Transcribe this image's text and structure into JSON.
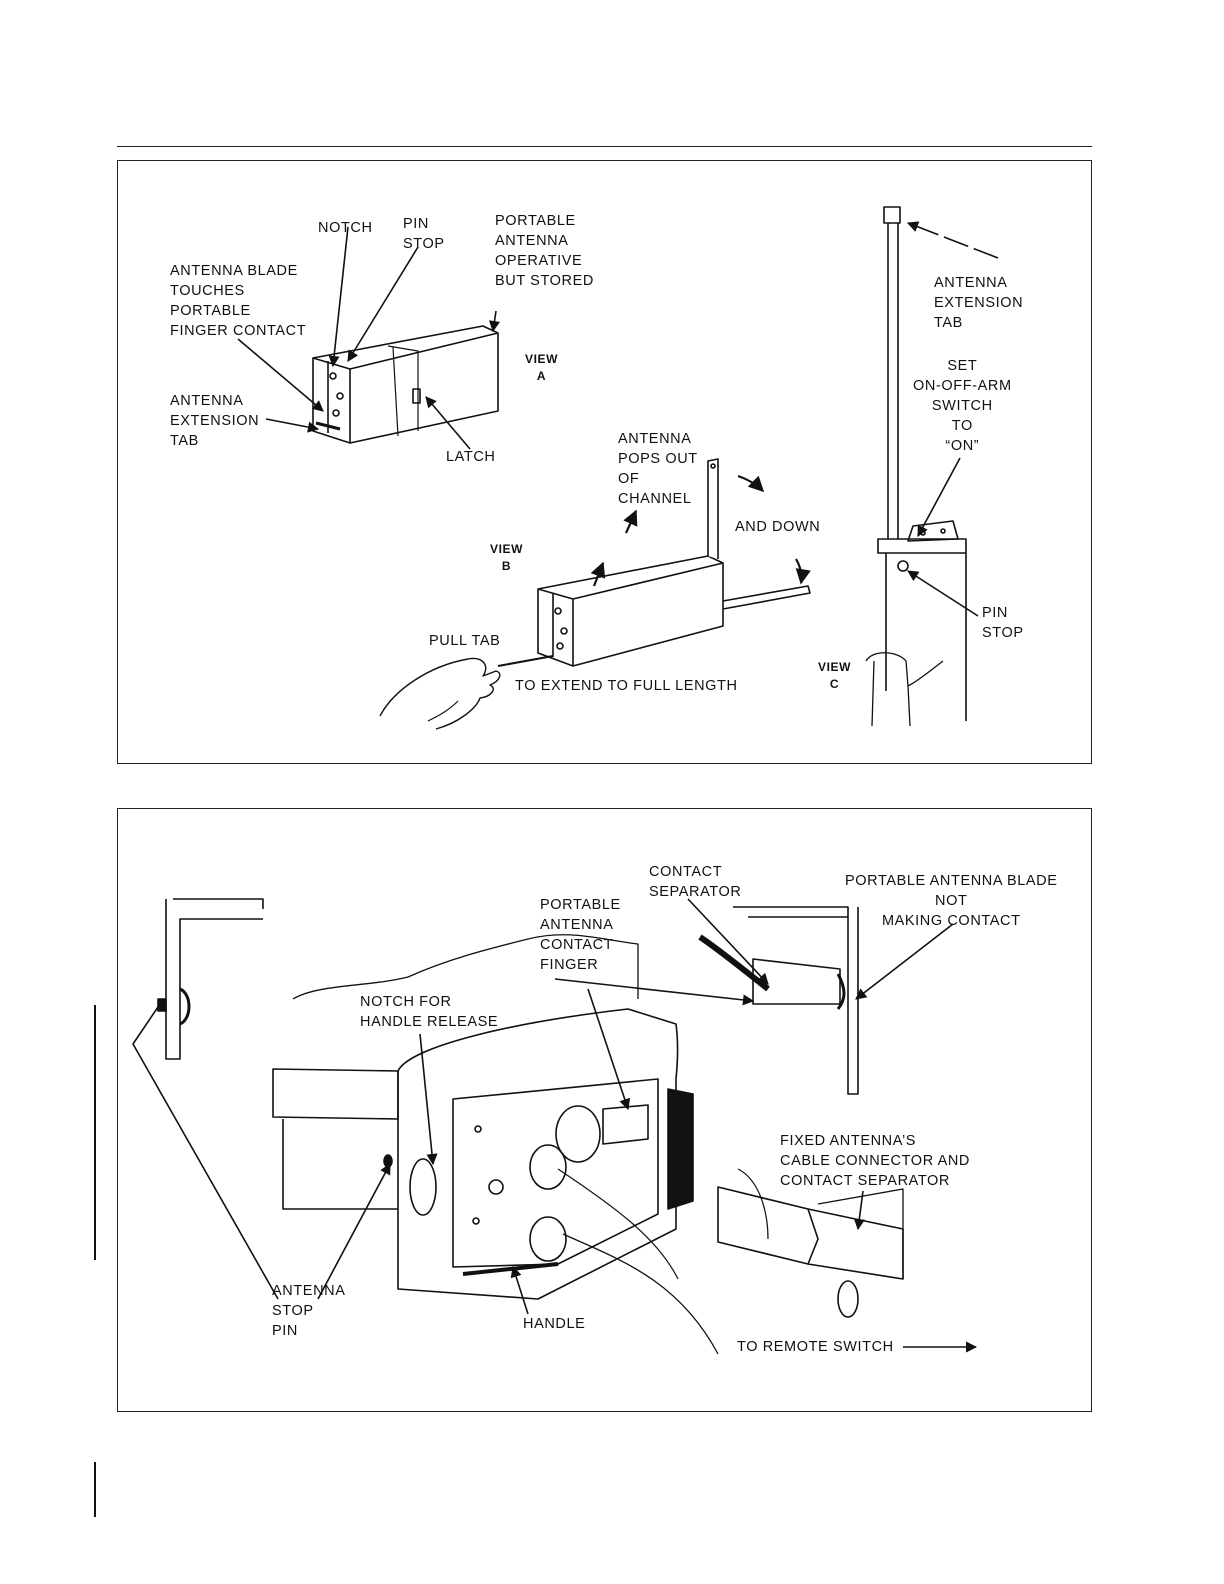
{
  "panel_top": {
    "labels": {
      "notch": "NOTCH",
      "pin_stop_a": "PIN\nSTOP",
      "portable_stored": "PORTABLE\nANTENNA\nOPERATIVE\nBUT STORED",
      "blade_touches": "ANTENNA BLADE\nTOUCHES\nPORTABLE\nFINGER CONTACT",
      "ext_tab_a": "ANTENNA\nEXTENSION\nTAB",
      "view_a": "VIEW\nA",
      "latch": "LATCH",
      "pops_out": "ANTENNA\nPOPS OUT\nOF\nCHANNEL",
      "and_down": "AND DOWN",
      "view_b": "VIEW\nB",
      "pull_tab": "PULL TAB",
      "extend_full": "TO EXTEND TO FULL LENGTH",
      "ext_tab_c": "ANTENNA\nEXTENSION\nTAB",
      "set_switch": "SET\nON-OFF-ARM\nSWITCH\nTO\n“ON”",
      "pin_stop_c": "PIN\nSTOP",
      "view_c": "VIEW\nC"
    }
  },
  "panel_bottom": {
    "labels": {
      "contact_separator": "CONTACT\nSEPARATOR",
      "blade_not_contact": "PORTABLE ANTENNA BLADE\nNOT\nMAKING CONTACT",
      "contact_finger": "PORTABLE\nANTENNA\nCONTACT\nFINGER",
      "notch_release": "NOTCH FOR\nHANDLE RELEASE",
      "fixed_connector": "FIXED ANTENNA’S\nCABLE CONNECTOR AND\nCONTACT SEPARATOR",
      "stop_pin": "ANTENNA\nSTOP\nPIN",
      "handle": "HANDLE",
      "remote_switch": "TO REMOTE SWITCH"
    }
  }
}
